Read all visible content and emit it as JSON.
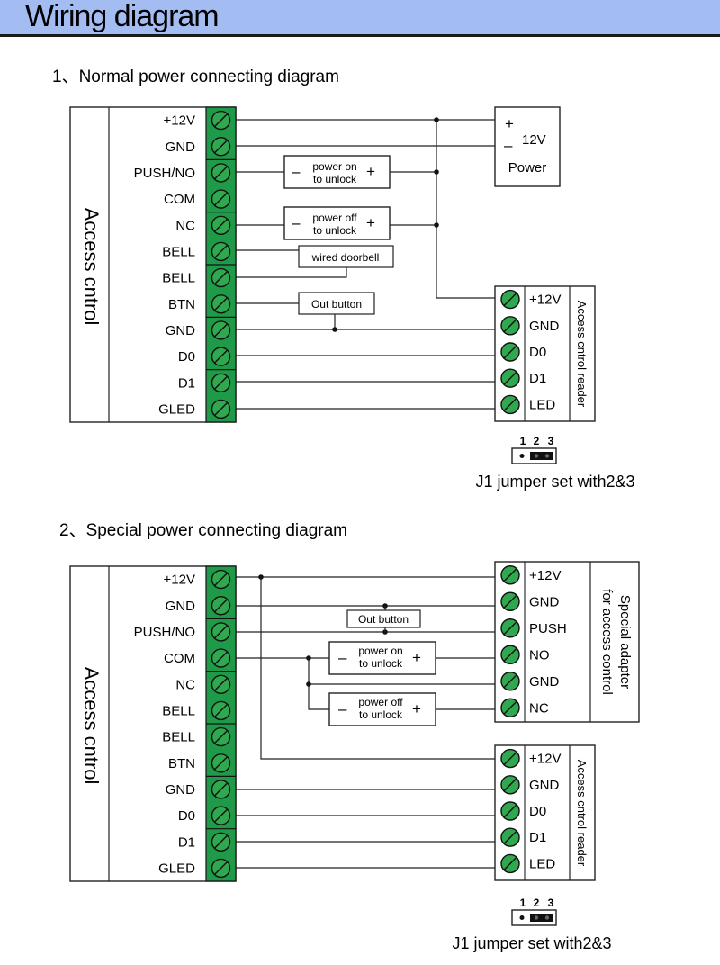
{
  "header": {
    "title": "Wiring diagram"
  },
  "section1": {
    "title": "1、Normal power connecting diagram",
    "controller_label": "Access  cntrol",
    "terminals": [
      "+12V",
      "GND",
      "PUSH/NO",
      "COM",
      "NC",
      "BELL",
      "BELL",
      "BTN",
      "GND",
      "D0",
      "D1",
      "GLED"
    ],
    "power_box": {
      "plus": "+",
      "minus": "–",
      "voltage": "12V",
      "label": "Power"
    },
    "power_on_box": {
      "minus": "–",
      "plus": "+",
      "line1": "power on",
      "line2": "to unlock"
    },
    "power_off_box": {
      "minus": "–",
      "plus": "+",
      "line1": "power off",
      "line2": "to unlock"
    },
    "doorbell_box": "wired doorbell",
    "out_button_box": "Out button",
    "reader": {
      "label": "Access cntrol reader",
      "terminals": [
        "+12V",
        "GND",
        "D0",
        "D1",
        "LED"
      ]
    },
    "jumper": {
      "pins": [
        "1",
        "2",
        "3"
      ],
      "caption": "J1 jumper set with2&3"
    }
  },
  "section2": {
    "title": "2、Special power connecting diagram",
    "controller_label": "Access  cntrol",
    "terminals": [
      "+12V",
      "GND",
      "PUSH/NO",
      "COM",
      "NC",
      "BELL",
      "BELL",
      "BTN",
      "GND",
      "D0",
      "D1",
      "GLED"
    ],
    "adapter": {
      "label_line1": "Special adapter",
      "label_line2": "for access control",
      "terminals": [
        "+12V",
        "GND",
        "PUSH",
        "NO",
        "GND",
        "NC"
      ]
    },
    "out_button_box": "Out button",
    "power_on_box": {
      "minus": "–",
      "plus": "+",
      "line1": "power on",
      "line2": "to unlock"
    },
    "power_off_box": {
      "minus": "–",
      "plus": "+",
      "line1": "power off",
      "line2": "to unlock"
    },
    "reader": {
      "label": "Access cntrol reader",
      "terminals": [
        "+12V",
        "GND",
        "D0",
        "D1",
        "LED"
      ]
    },
    "jumper": {
      "pins": [
        "1",
        "2",
        "3"
      ],
      "caption": "J1 jumper set with2&3"
    }
  },
  "colors": {
    "header_bg": "#a3bdf3",
    "terminal_green": "#1e9a49",
    "terminal_circle": "#2fa84f"
  }
}
